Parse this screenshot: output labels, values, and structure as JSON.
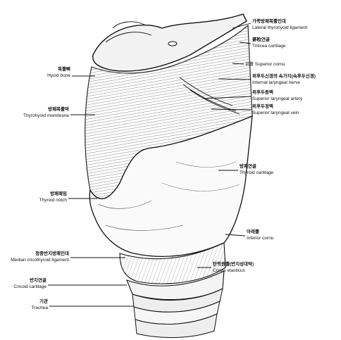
{
  "labels": {
    "lateral_thyrohyoid_ligament": {
      "ko": "가쪽방패목뿔인대",
      "en": "Lateral thyrohyoid ligament"
    },
    "triticea_cartilage": {
      "ko": "麥粒연골",
      "en": "Triticea cartilage"
    },
    "superior_cornu": {
      "text": "위뿔 Superior cornu"
    },
    "internal_laryngeal_nerve": {
      "ko": "위후두신경의 속가지(속후두신경)",
      "en": "Internal laryngeal nerve"
    },
    "superior_laryngeal_artery": {
      "ko": "위후두동맥",
      "en": "Superior laryngeal artery"
    },
    "superior_laryngeal_vein": {
      "ko": "위후두정맥",
      "en": "Superior laryngeal vein"
    },
    "thyroid_cartilage": {
      "ko": "방패연골",
      "en": "Thyroid cartilage"
    },
    "inferior_cornu": {
      "ko": "아래뿔",
      "en": "Inferior cornu"
    },
    "conus_elasticus": {
      "ko": "탄력원뿔(반지성대막)",
      "en": "Conus elasticus"
    },
    "hyoid_bone": {
      "ko": "목뿔뼈",
      "en": "Hyoid bone"
    },
    "thyrohyoid_membrane": {
      "ko": "방패목뿔막",
      "en": "Thyrohyoid membrane"
    },
    "thyroid_notch": {
      "ko": "방패패임",
      "en": "Thyroid notch"
    },
    "median_cricothyroid_ligament": {
      "ko": "정중반지방패인대",
      "en": "Median cricothyroid ligament"
    },
    "cricoid_cartilage": {
      "ko": "반지연골",
      "en": "Cricoid cartilage"
    },
    "trachea": {
      "ko": "기관",
      "en": "Trachea"
    }
  }
}
